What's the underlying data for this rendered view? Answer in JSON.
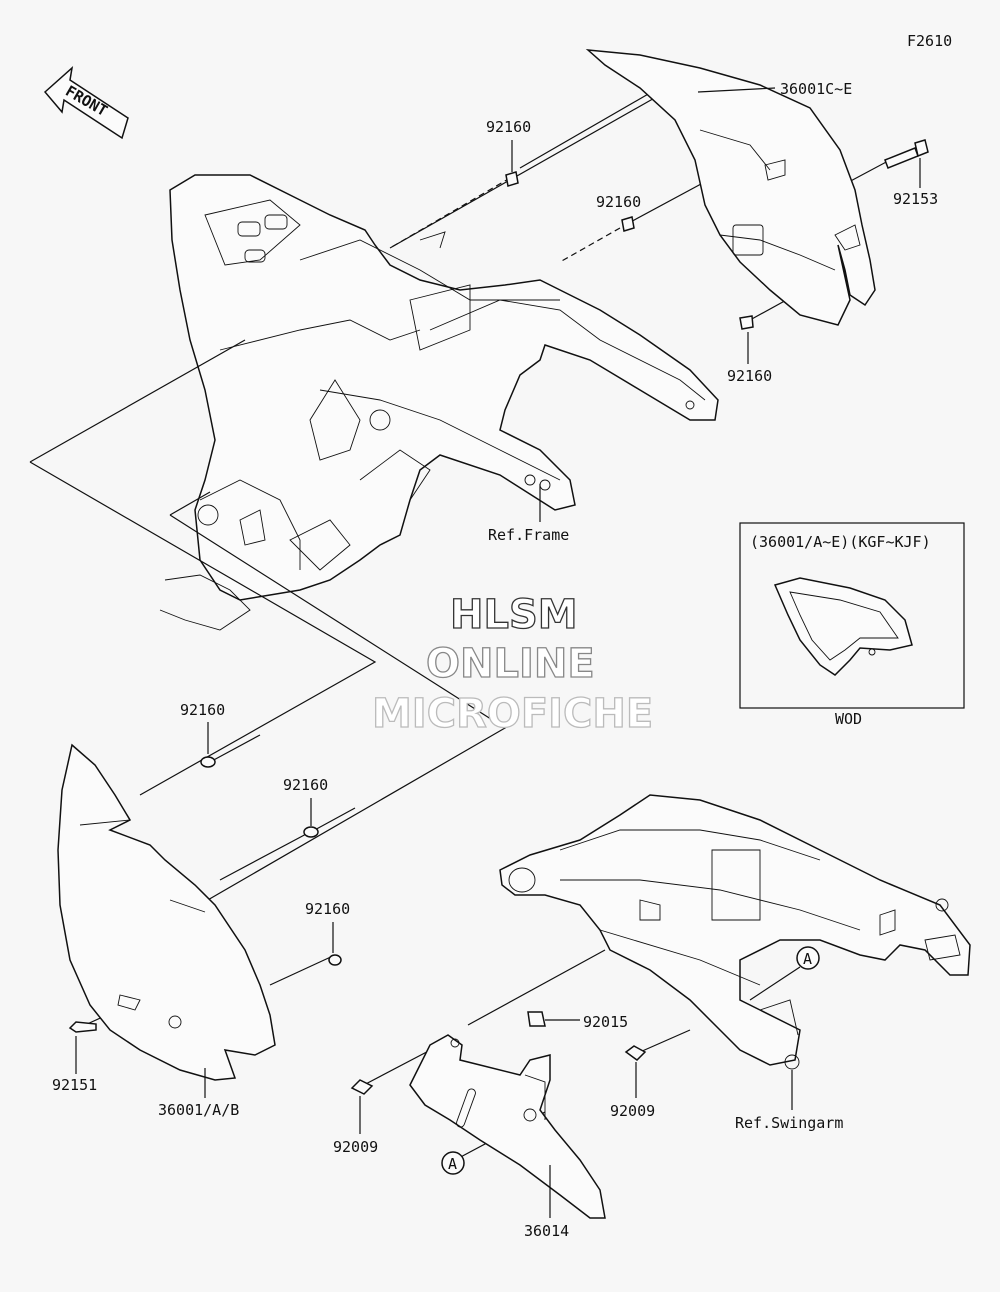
{
  "figure_code": "F2610",
  "front_label": "FRONT",
  "parts": {
    "cover_right": "36001C~E",
    "cover_left": "36001/A/B",
    "bolt_right": "92153",
    "bolt_left": "92151",
    "guard": "36014",
    "clip": "92015",
    "screw_1": "92009",
    "screw_2": "92009",
    "grommet_1": "92160",
    "grommet_2": "92160",
    "grommet_3": "92160",
    "grommet_4": "92160",
    "grommet_5": "92160",
    "grommet_6": "92160"
  },
  "refs": {
    "frame": "Ref.Frame",
    "swingarm": "Ref.Swingarm"
  },
  "callouts": {
    "a1": "A",
    "a2": "A"
  },
  "inset": {
    "header": "(36001/A~E)(KGF~KJF)",
    "footer": "WOD"
  },
  "watermark": {
    "line1": "HLSM",
    "line2": "ONLINE",
    "line3": "MICROFICHE"
  }
}
